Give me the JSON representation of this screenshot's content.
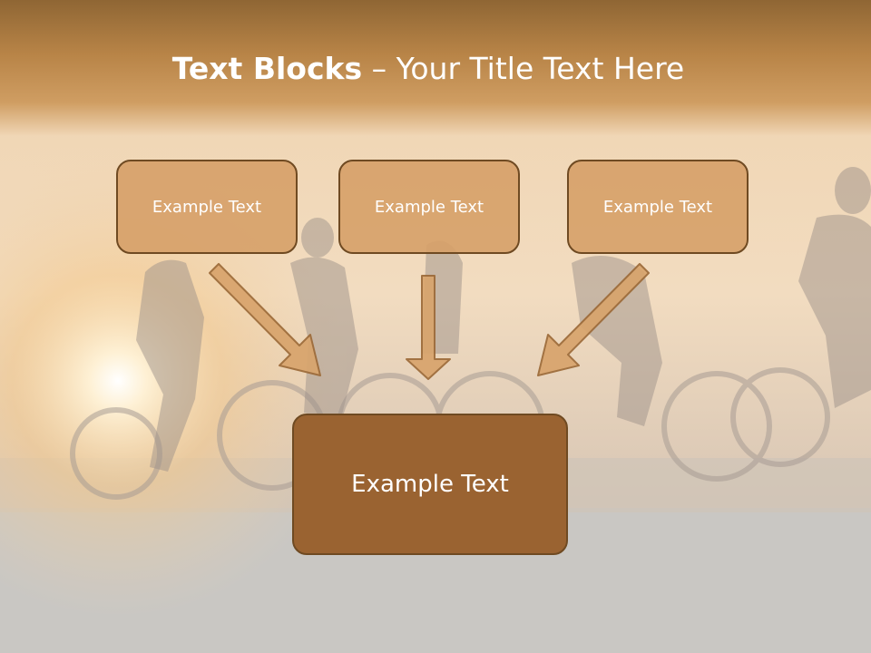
{
  "slide": {
    "title_bold": "Text Blocks",
    "title_rest": " – Your Title Text Here"
  },
  "boxes": {
    "left": "Example Text",
    "center": "Example Text",
    "right": "Example Text",
    "bottom": "Example Text"
  },
  "colors": {
    "box_fill": "#d6a068",
    "box_border": "#6f4a22",
    "bottom_box_fill": "#9a6331",
    "arrow_fill": "#d8a46c",
    "arrow_stroke": "#9c6a38",
    "title_band": "#b88447",
    "background": "#c8c6c2"
  },
  "icons": {
    "arrow": "down-arrow-icon"
  }
}
